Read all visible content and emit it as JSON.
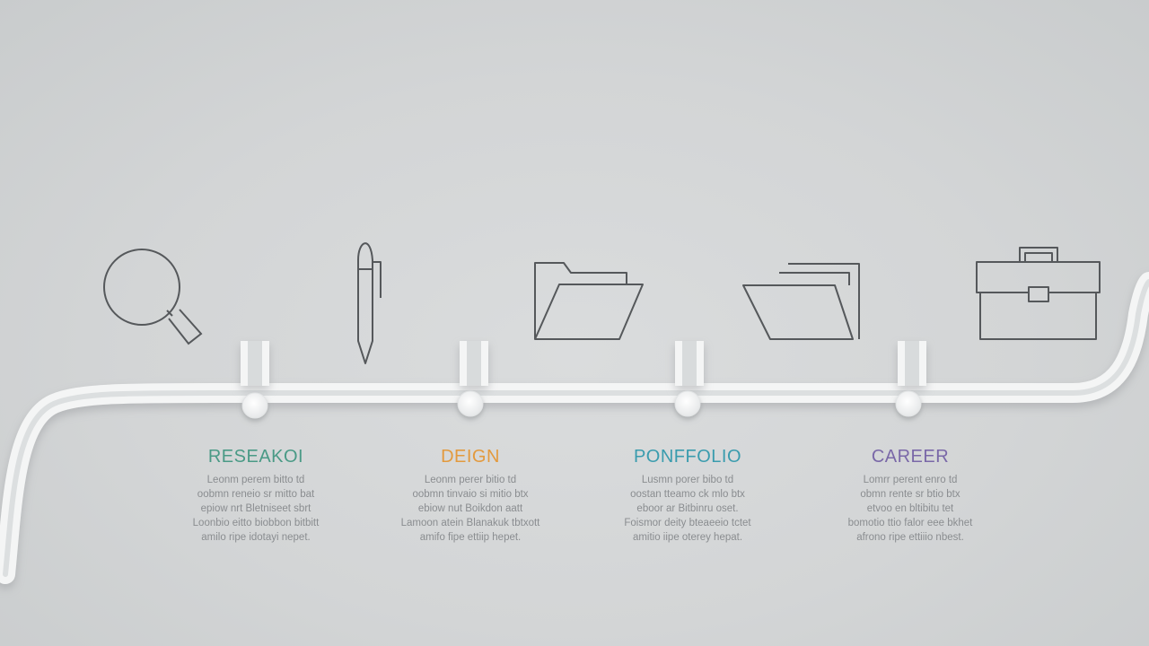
{
  "steps": [
    {
      "title": "RESEAKOI",
      "color": "#4a9a86",
      "icon": "magnifier-icon",
      "lines": [
        "Leonm perem bitto td",
        "oobmn reneio sr mitto bat",
        "epiow nrt Bletniseet sbrt",
        "Loonbio eitto biobbon bitbitt",
        "amilo ripe idotayi nepet."
      ]
    },
    {
      "title": "DEIGN",
      "color": "#e39a3e",
      "icon": "pen-icon",
      "lines": [
        "Leonm perer bitio td",
        "oobmn tinvaio si mitio btx",
        "ebiow nut Boikdon aatt",
        "Lamoon atein Blanakuk tbtxott",
        "amifo fipe ettiip hepet."
      ]
    },
    {
      "title": "PONFFOLIO",
      "color": "#3a9cae",
      "icon": "folder-icon",
      "lines": [
        "Lusmn porer bibo td",
        "oostan tteamo ck mlo btx",
        "eboor ar Bitbinru oset.",
        "Foismor deity bteaeeio tctet",
        "amitio iipe oterey hepat."
      ]
    },
    {
      "title": "CAREER",
      "color": "#7a68a8",
      "icon": "documents-folder-icon",
      "lines": [
        "Lomrr perent enro td",
        "obmn rente sr btio btx",
        "etvoo en bltibitu tet",
        "bomotio ttio falor eee bkhet",
        "afrono ripe ettiiio nbest."
      ]
    }
  ],
  "final_icon": "briefcase-icon"
}
